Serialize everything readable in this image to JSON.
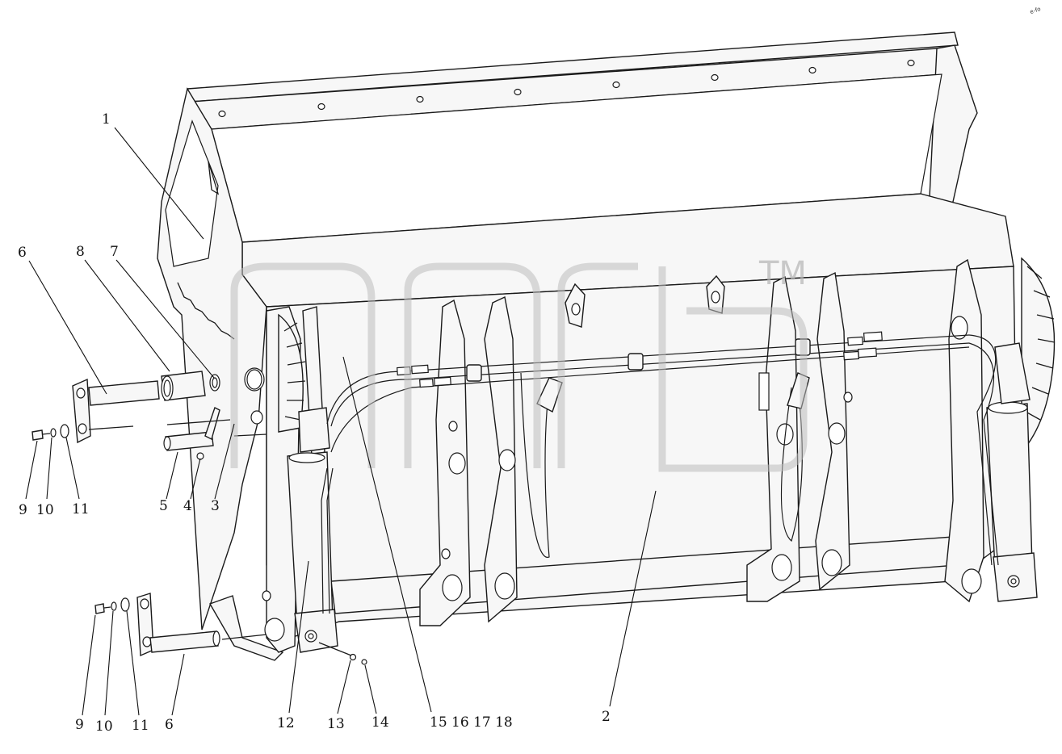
{
  "watermark": {
    "mark": "TM"
  },
  "corner_mark": "e-fo",
  "callouts": [
    {
      "id": "c1",
      "text": "1"
    },
    {
      "id": "c2",
      "text": "2"
    },
    {
      "id": "c3",
      "text": "3"
    },
    {
      "id": "c4",
      "text": "4"
    },
    {
      "id": "c5",
      "text": "5"
    },
    {
      "id": "c6a",
      "text": "6"
    },
    {
      "id": "c6b",
      "text": "6"
    },
    {
      "id": "c7",
      "text": "7"
    },
    {
      "id": "c8",
      "text": "8"
    },
    {
      "id": "c9a",
      "text": "9"
    },
    {
      "id": "c9b",
      "text": "9"
    },
    {
      "id": "c10a",
      "text": "10"
    },
    {
      "id": "c10b",
      "text": "10"
    },
    {
      "id": "c11a",
      "text": "11"
    },
    {
      "id": "c11b",
      "text": "11"
    },
    {
      "id": "c12",
      "text": "12"
    },
    {
      "id": "c13",
      "text": "13"
    },
    {
      "id": "c14",
      "text": "14"
    },
    {
      "id": "c15",
      "text": "15 16 17 18"
    }
  ]
}
